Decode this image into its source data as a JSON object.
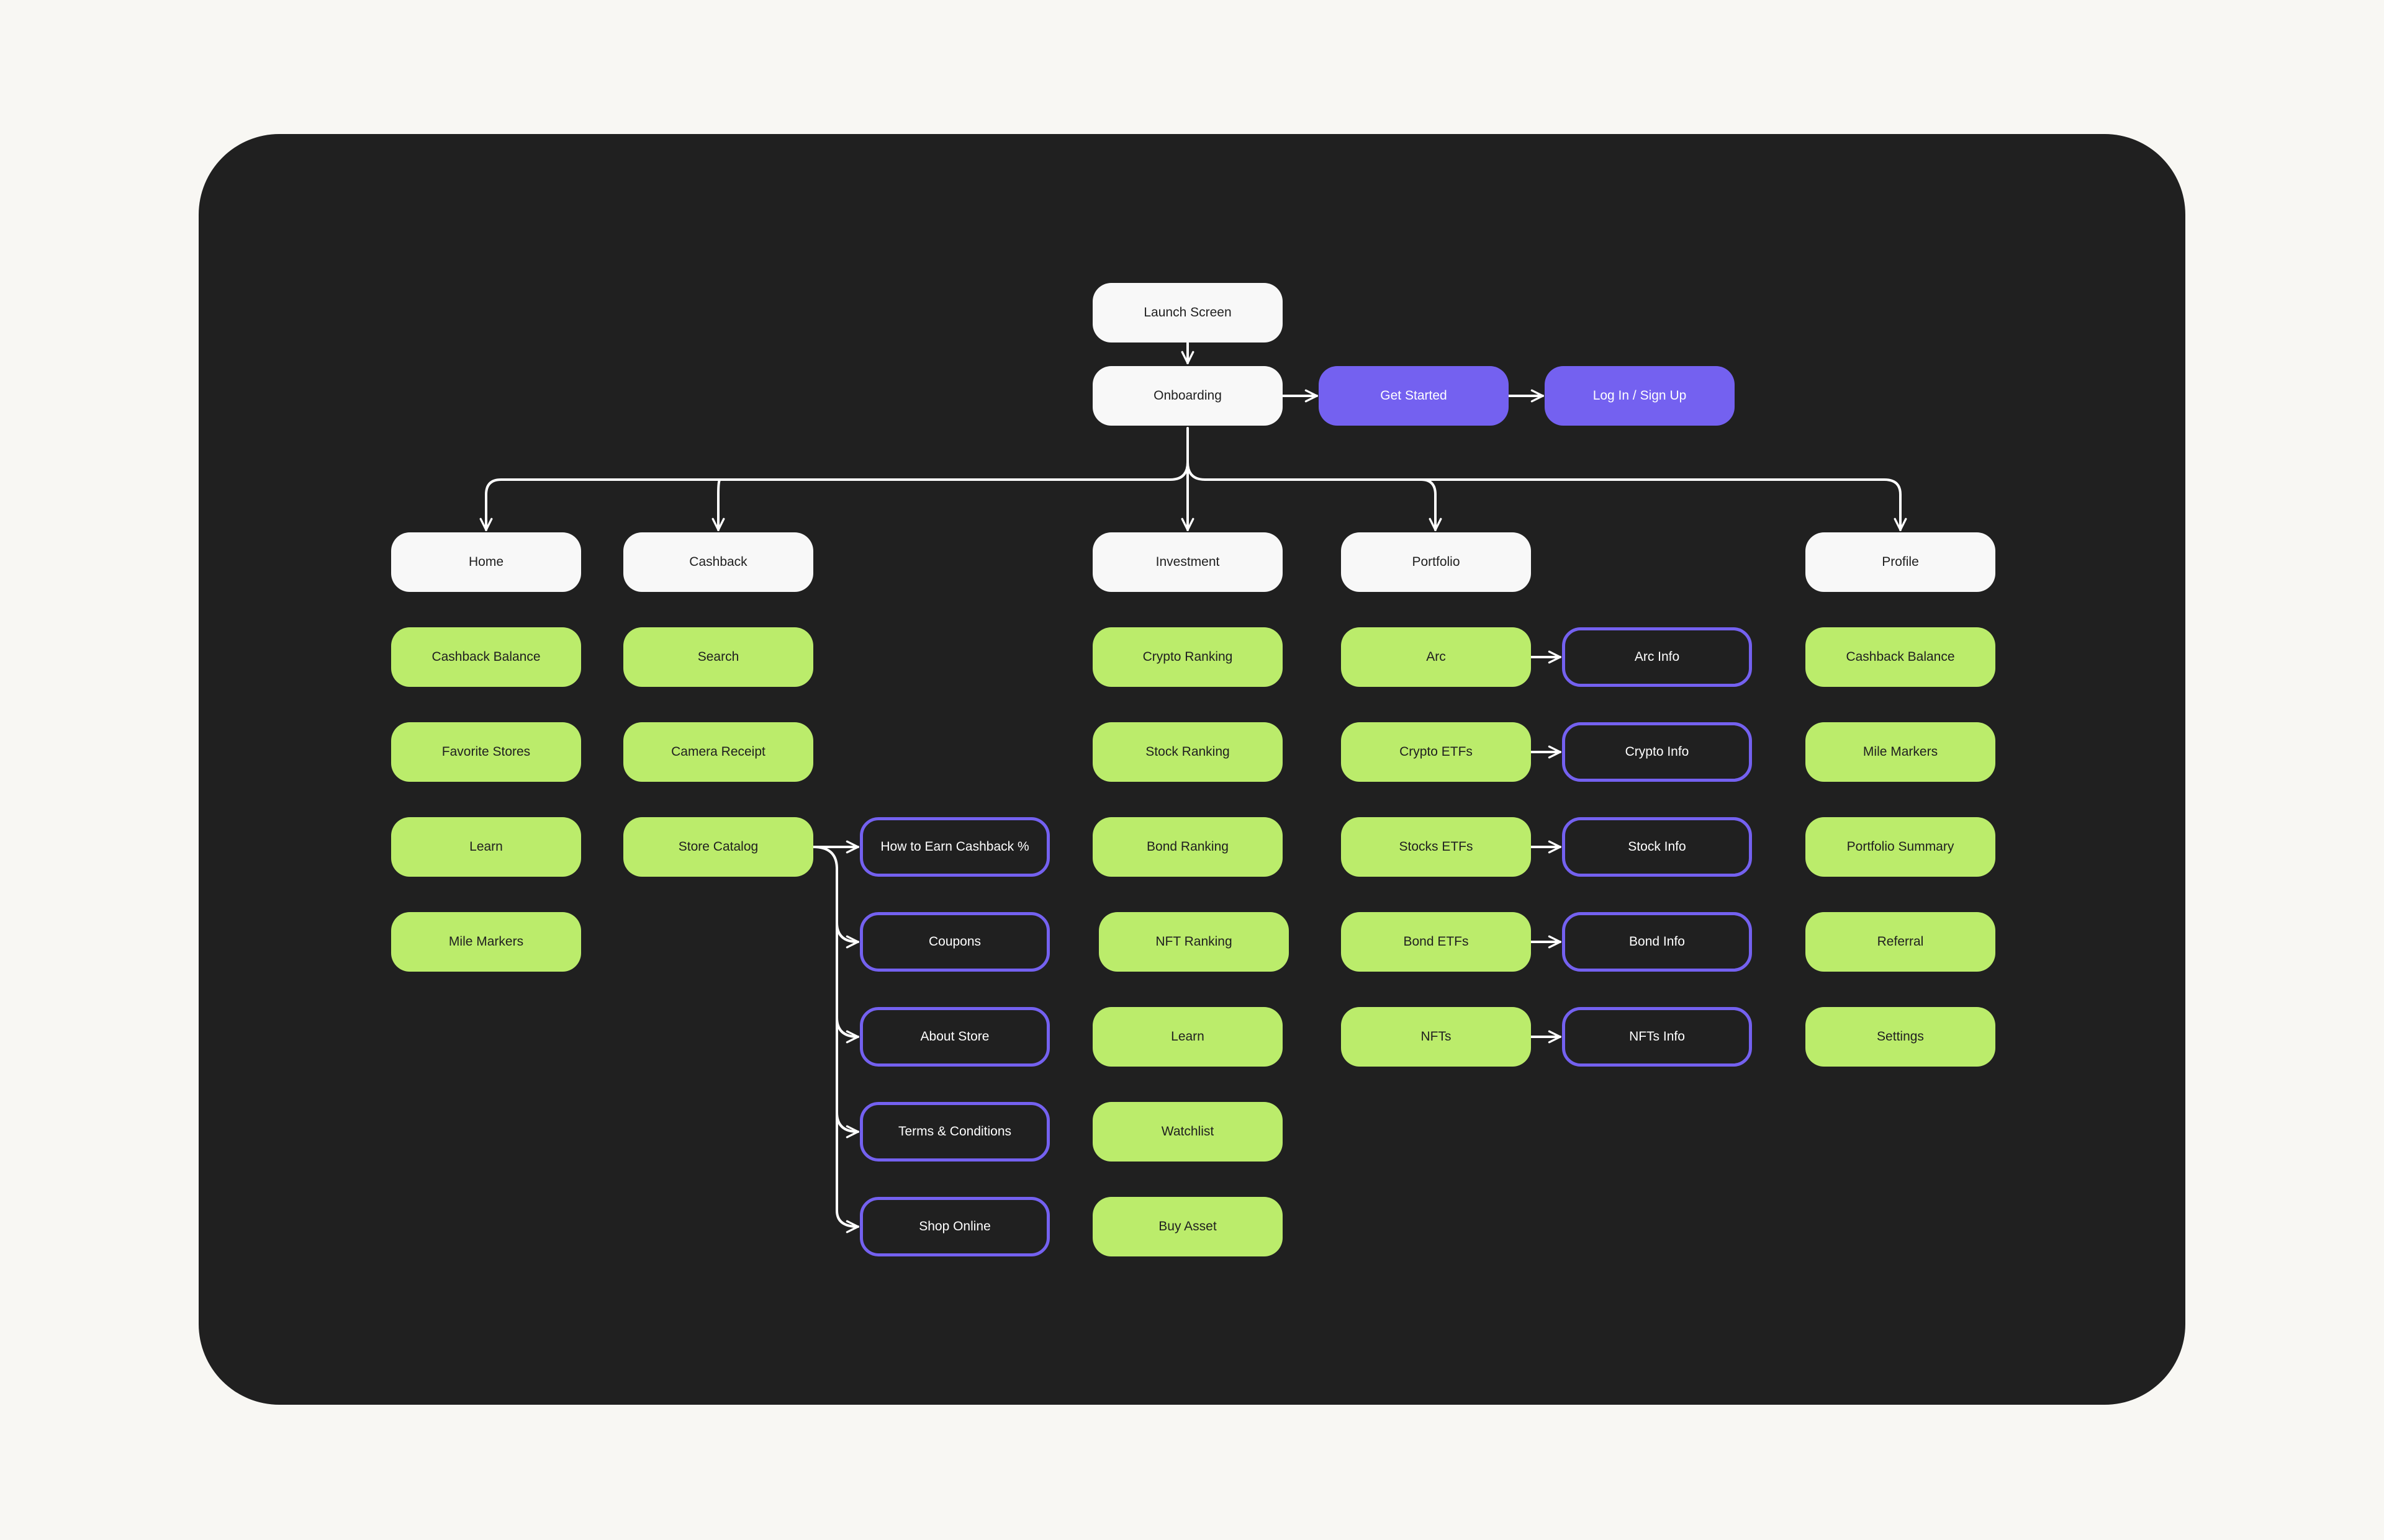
{
  "colors": {
    "background": "#f8f7f3",
    "panel": "#202020",
    "white_node": "#f8f8f8",
    "accent_purple": "#7461f0",
    "accent_green": "#bbec6b",
    "connector": "#ffffff"
  },
  "flow": {
    "launch": "Launch Screen",
    "onboarding": "Onboarding",
    "get_started": "Get Started",
    "login": "Log In / Sign Up"
  },
  "sections": {
    "home": {
      "title": "Home",
      "items": [
        "Cashback Balance",
        "Favorite Stores",
        "Learn",
        "Mile Markers"
      ]
    },
    "cashback": {
      "title": "Cashback",
      "items": [
        "Search",
        "Camera Receipt",
        "Store Catalog"
      ],
      "store_catalog_children": [
        "How to Earn Cashback %",
        "Coupons",
        "About Store",
        "Terms & Conditions",
        "Shop Online"
      ]
    },
    "investment": {
      "title": "Investment",
      "items": [
        "Crypto Ranking",
        "Stock Ranking",
        "Bond Ranking",
        "NFT Ranking",
        "Learn",
        "Watchlist",
        "Buy Asset"
      ]
    },
    "portfolio": {
      "title": "Portfolio",
      "items": [
        "Arc",
        "Crypto ETFs",
        "Stocks ETFs",
        "Bond ETFs",
        "NFTs"
      ],
      "info": [
        "Arc Info",
        "Crypto Info",
        "Stock Info",
        "Bond Info",
        "NFTs Info"
      ]
    },
    "profile": {
      "title": "Profile",
      "items": [
        "Cashback Balance",
        "Mile Markers",
        "Portfolio Summary",
        "Referral",
        "Settings"
      ]
    }
  }
}
